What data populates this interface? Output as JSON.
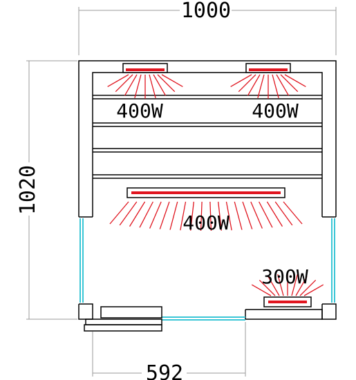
{
  "dimensions": {
    "width": "1000",
    "depth": "1020",
    "door_width": "592"
  },
  "heaters": [
    {
      "id": "heater-top-left",
      "label": "400W"
    },
    {
      "id": "heater-top-right",
      "label": "400W"
    },
    {
      "id": "heater-rear-long",
      "label": "400W"
    },
    {
      "id": "heater-floor",
      "label": "300W"
    }
  ],
  "colors": {
    "wall": "#000000",
    "heater_element": "#e0151f",
    "heat_ray": "#e0151f",
    "glass": "#39c6d6",
    "dimension_line": "#9a9a9a"
  }
}
